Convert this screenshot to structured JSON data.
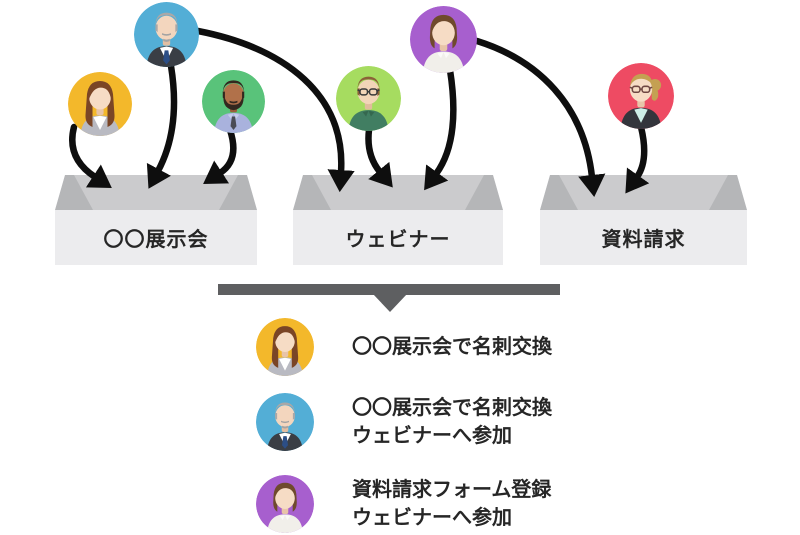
{
  "diagram": {
    "title_present": false,
    "boxes": [
      {
        "id": "exhibition",
        "label": "〇〇展示会"
      },
      {
        "id": "webinar",
        "label": "ウェビナー"
      },
      {
        "id": "document-request",
        "label": "資料請求"
      }
    ],
    "colors": {
      "arrow": "#0e0e0e",
      "funnel_bar": "#5e5f61",
      "box_front": "#ececee",
      "box_opening": "#cbcbcd",
      "box_inner_side": "#b5b6b8",
      "text": "#262626",
      "background": "#ffffff"
    },
    "avatars": [
      {
        "id": "woman-yellow",
        "bg": "#f3b82b",
        "skin": "#f6dcc5",
        "skin_shadow": "#e8c4a8",
        "hair": "#7a4526",
        "hair_style": "long",
        "outfit": "blazer",
        "outfit_color": "#b9bac2",
        "shirt_color": "#ffffff",
        "glasses": false,
        "beard": false
      },
      {
        "id": "man-blue",
        "bg": "#53aed6",
        "skin": "#f3d6be",
        "skin_shadow": "#e2bea2",
        "hair": "#a8a8a8",
        "hair_style": "short",
        "outfit": "suit",
        "outfit_color": "#3a3e45",
        "shirt_color": "#ffffff",
        "tie_color": "#2c4e86",
        "glasses": false,
        "beard": "stubble",
        "beard_color": "#a3a3a3"
      },
      {
        "id": "man-green",
        "bg": "#59c37a",
        "skin": "#b1714a",
        "skin_shadow": "#9a5e3b",
        "hair": "#33281f",
        "hair_style": "short",
        "outfit": "shirt-tie",
        "outfit_color": "#a9b2dd",
        "collar_color": "#c6cdec",
        "tie_color": "#4a4b55",
        "glasses": false,
        "beard": "full",
        "beard_color": "#33281f"
      },
      {
        "id": "man-lightgreen",
        "bg": "#a6dc60",
        "skin": "#f2d5b8",
        "skin_shadow": "#e0bd9c",
        "hair": "#8b6238",
        "hair_style": "short",
        "outfit": "shirt",
        "outfit_color": "#417e62",
        "collar_color": "#35684f",
        "glasses": true,
        "glasses_color": "#3a3a3a",
        "beard": false
      },
      {
        "id": "woman-purple",
        "bg": "#a75fce",
        "skin": "#f6dcc5",
        "skin_shadow": "#e8c4a8",
        "hair": "#6f4a2d",
        "hair_style": "bob",
        "outfit": "blouse",
        "outfit_color": "#f1efea",
        "collar_color": "#fbfaf8",
        "glasses": false,
        "beard": false
      },
      {
        "id": "woman-red",
        "bg": "#ee4b63",
        "skin": "#f6dcc5",
        "skin_shadow": "#e8c4a8",
        "hair": "#c4a052",
        "hair_style": "bun",
        "outfit": "blazer",
        "outfit_color": "#33353c",
        "shirt_color": "#cdeee7",
        "glasses": true,
        "glasses_color": "#6e4743",
        "beard": false
      }
    ],
    "flows": [
      {
        "from": "woman-yellow",
        "to": "exhibition"
      },
      {
        "from": "man-blue",
        "to": "exhibition"
      },
      {
        "from": "man-blue",
        "to": "webinar"
      },
      {
        "from": "man-green",
        "to": "exhibition"
      },
      {
        "from": "man-lightgreen",
        "to": "webinar"
      },
      {
        "from": "woman-purple",
        "to": "webinar"
      },
      {
        "from": "woman-purple",
        "to": "document-request"
      },
      {
        "from": "woman-red",
        "to": "document-request"
      }
    ],
    "legend": [
      {
        "avatar": "woman-yellow",
        "line1": "〇〇展示会で名刺交換",
        "line2": ""
      },
      {
        "avatar": "man-blue",
        "line1": "〇〇展示会で名刺交換",
        "line2": "ウェビナーへ参加"
      },
      {
        "avatar": "woman-purple",
        "line1": "資料請求フォーム登録",
        "line2": "ウェビナーへ参加"
      }
    ]
  }
}
